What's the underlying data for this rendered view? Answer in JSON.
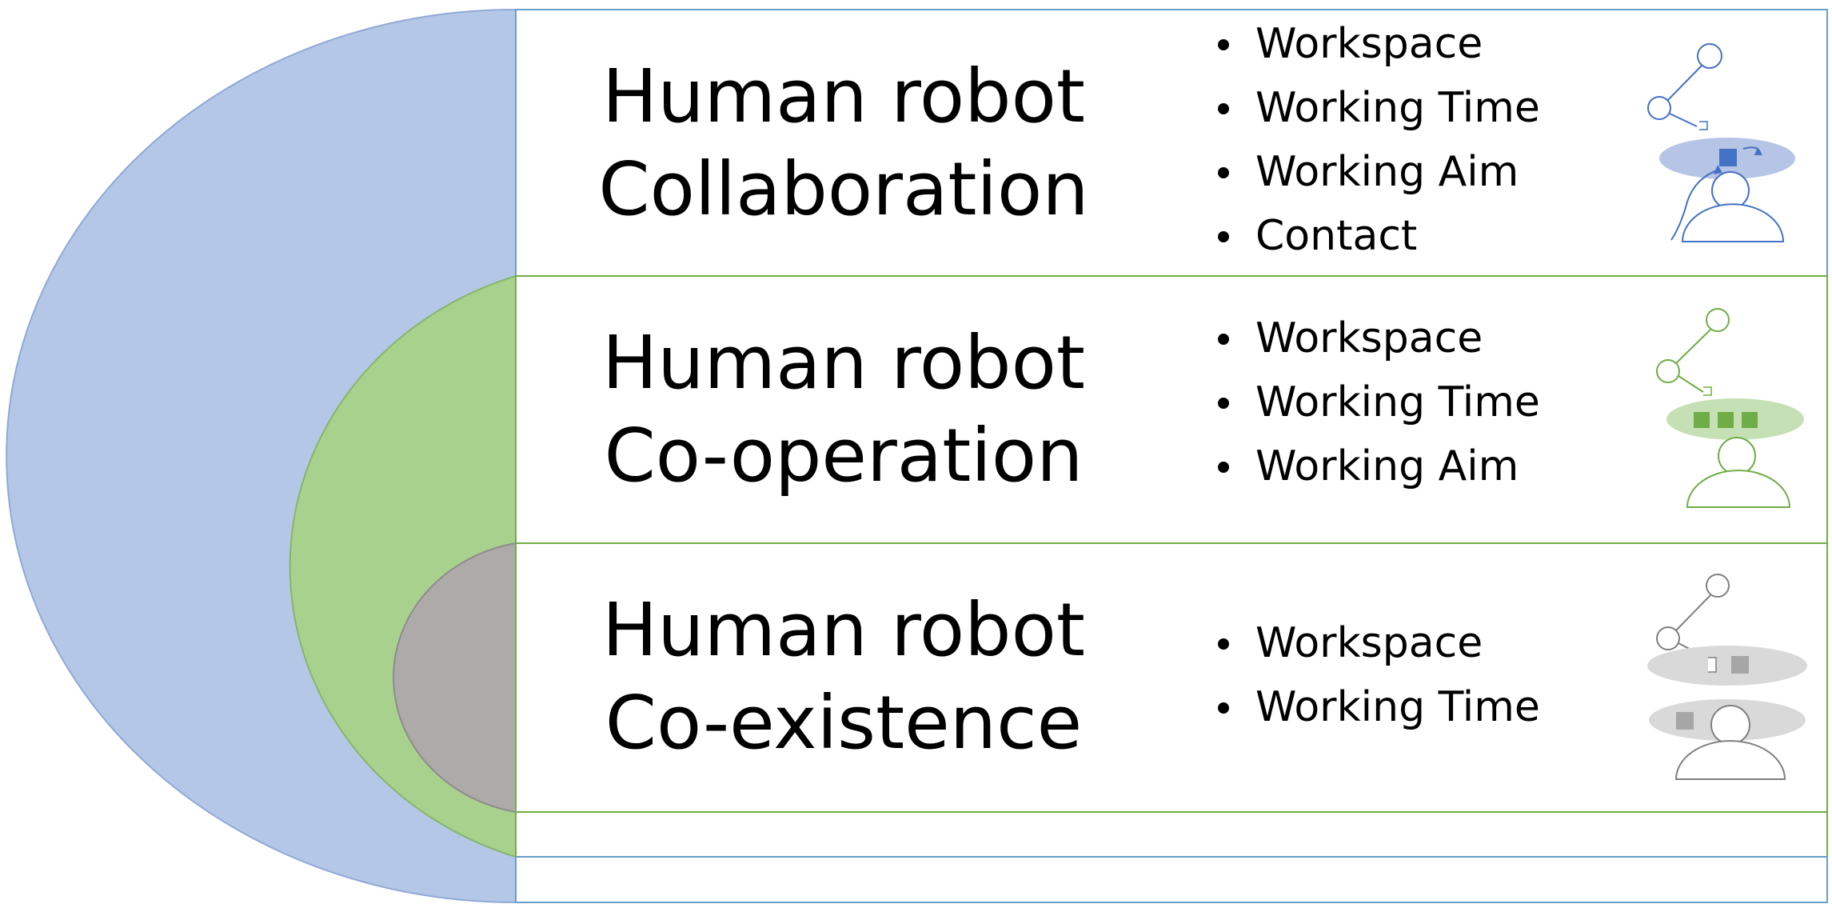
{
  "colors": {
    "collaboration": "#b4c7e7",
    "cooperation": "#a9d18e",
    "coexistence": "#aeaaaa",
    "border": "#6a9fc7",
    "border_green": "#70ad47"
  },
  "levels": [
    {
      "id": "collaboration",
      "title_line1": "Human robot",
      "title_line2": "Collaboration",
      "items": [
        "Workspace",
        "Working Time",
        "Working Aim",
        "Contact"
      ],
      "icon": "robot-human-collaboration-icon"
    },
    {
      "id": "cooperation",
      "title_line1": "Human robot",
      "title_line2": "Co-operation",
      "items": [
        "Workspace",
        "Working Time",
        "Working Aim"
      ],
      "icon": "robot-human-cooperation-icon"
    },
    {
      "id": "coexistence",
      "title_line1": "Human robot",
      "title_line2": "Co-existence",
      "items": [
        "Workspace",
        "Working Time"
      ],
      "icon": "robot-human-coexistence-icon"
    }
  ]
}
